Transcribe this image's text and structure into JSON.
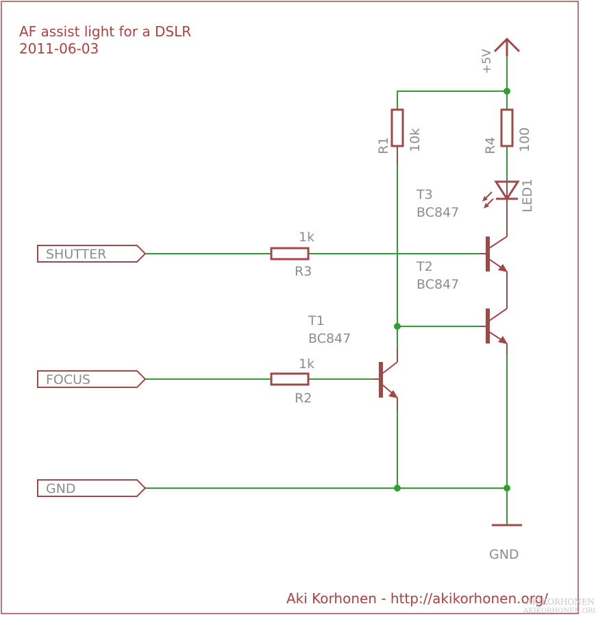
{
  "title": "AF assist light for a DSLR",
  "date": "2011-06-03",
  "author_credit": "Aki Korhonen - http://akikorhonen.org/",
  "watermark": [
    "AKIKORHONEN",
    "AKIKORHONEN.ORG"
  ],
  "colors": {
    "frame": "#a04848",
    "wire": "#2fa02f",
    "label": "#8c8c8c",
    "note": "#b04040"
  },
  "ports": {
    "shutter": "SHUTTER",
    "focus": "FOCUS",
    "gnd": "GND"
  },
  "supply": {
    "label": "+5V"
  },
  "ground": {
    "label": "GND"
  },
  "components": {
    "r1": {
      "name": "R1",
      "value": "10k"
    },
    "r2": {
      "name": "R2",
      "value": "1k"
    },
    "r3": {
      "name": "R3",
      "value": "1k"
    },
    "r4": {
      "name": "R4",
      "value": "100"
    },
    "led1": {
      "name": "LED1"
    },
    "t1": {
      "name": "T1",
      "value": "BC847"
    },
    "t2": {
      "name": "T2",
      "value": "BC847"
    },
    "t3": {
      "name": "T3",
      "value": "BC847"
    }
  }
}
